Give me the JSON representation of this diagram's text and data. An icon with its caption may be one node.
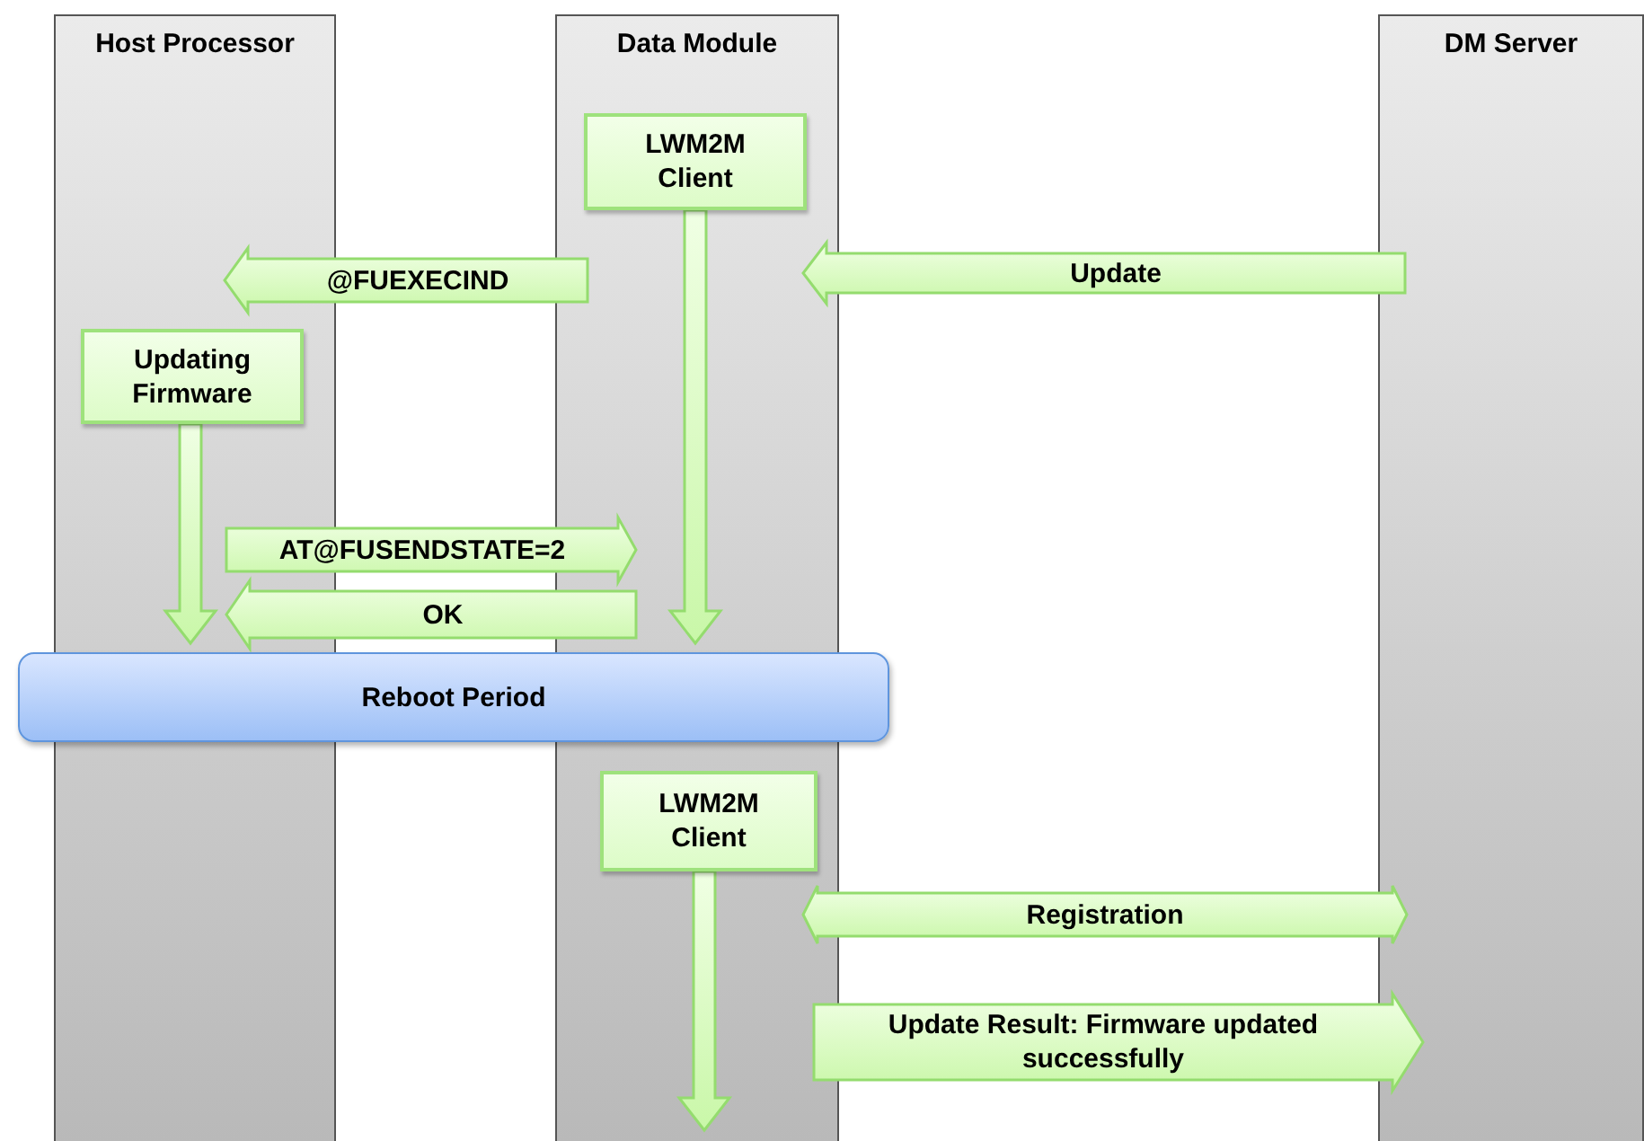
{
  "diagram": {
    "nodes": [
      {
        "text": [
          "Host Processor"
        ]
      },
      {
        "text": [
          "Data Module"
        ]
      },
      {
        "text": [
          "DM Server"
        ]
      },
      {
        "text": [
          "LWM2M Client"
        ],
        "in": 1
      },
      {
        "text": [
          "Updating Firmware"
        ],
        "in": 0
      },
      {
        "text": [
          "Reboot Period"
        ]
      },
      {
        "text": [
          "LWM2M Client"
        ],
        "in": 1
      }
    ],
    "edges": [
      {
        "from": 2,
        "to": 1,
        "arrow": "to",
        "label": "Update"
      },
      {
        "from": 1,
        "to": 0,
        "arrow": "to",
        "label": "@FUEXECIND"
      },
      {
        "from": 0,
        "to": 1,
        "arrow": "to",
        "label": "AT@FUSENDSTATE=2"
      },
      {
        "from": 1,
        "to": 0,
        "arrow": "to",
        "label": "OK"
      },
      {
        "from": 1,
        "to": 2,
        "arrow": "both",
        "label": "Registration"
      },
      {
        "from": 1,
        "to": 2,
        "arrow": "to",
        "label": "Update Result:  Firmware updated successfully"
      },
      {
        "from": 4,
        "to": 5,
        "arrow": "to"
      },
      {
        "from": 3,
        "to": 5,
        "arrow": "to"
      },
      {
        "from": 6,
        "to": null,
        "arrow": "to"
      }
    ]
  }
}
